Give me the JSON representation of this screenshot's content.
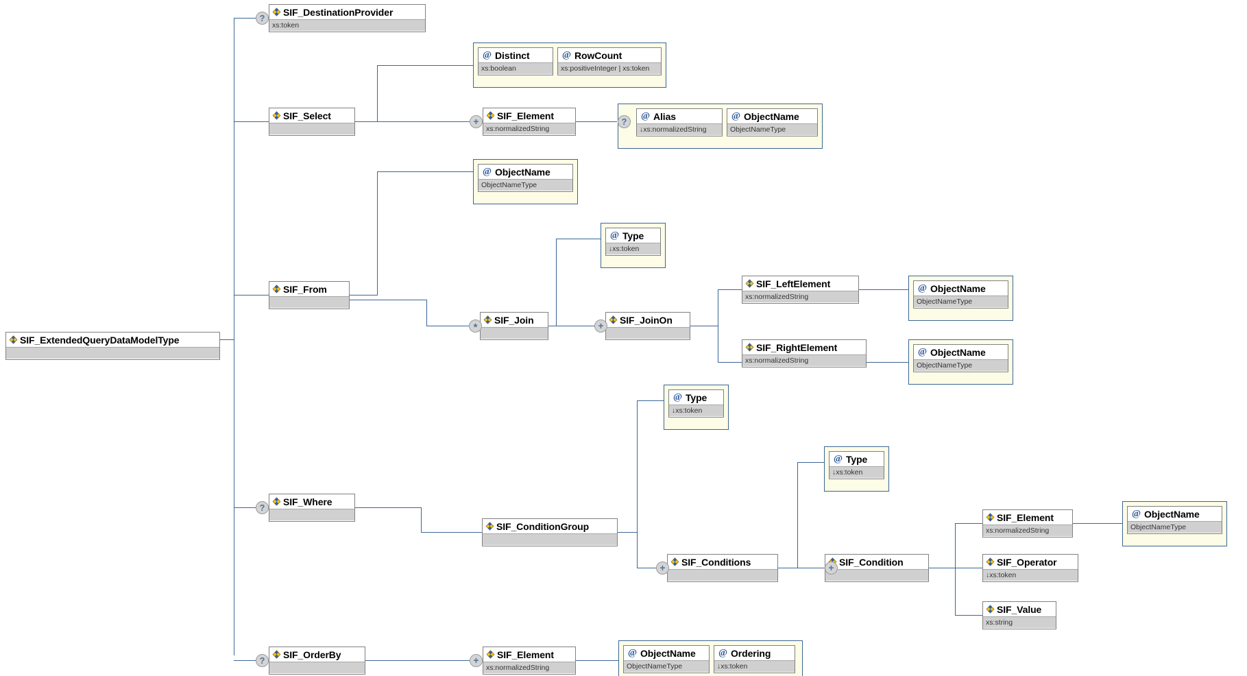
{
  "diagram": {
    "title": "SIF_ExtendedQueryDataModelType",
    "type": "xml-schema-tree",
    "colors": {
      "line": "#3a6695",
      "attr_group_bg": "#fdfce6",
      "attr_group_border": "#3a6695",
      "node_type_bg": "#d0d0d0",
      "node_border": "#808080",
      "marker_bg": "#d4d4d4"
    }
  },
  "root": {
    "label": "SIF_ExtendedQueryDataModelType",
    "type": "",
    "icon": "element-icon"
  },
  "nodes": {
    "destination_provider": {
      "label": "SIF_DestinationProvider",
      "type": "xs:token",
      "marker": "?",
      "icon": "element-icon"
    },
    "select": {
      "label": "SIF_Select",
      "type": "",
      "marker": "",
      "icon": "element-icon"
    },
    "select_element": {
      "label": "SIF_Element",
      "type": "xs:normalizedString",
      "marker": "+",
      "icon": "element-icon"
    },
    "from": {
      "label": "SIF_From",
      "type": "",
      "marker": "",
      "icon": "element-icon"
    },
    "join": {
      "label": "SIF_Join",
      "type": "",
      "marker": "*",
      "icon": "element-icon"
    },
    "join_on": {
      "label": "SIF_JoinOn",
      "type": "",
      "marker": "+",
      "icon": "element-icon"
    },
    "left_element": {
      "label": "SIF_LeftElement",
      "type": "xs:normalizedString",
      "marker": "",
      "icon": "element-icon"
    },
    "right_element": {
      "label": "SIF_RightElement",
      "type": "xs:normalizedString",
      "marker": "",
      "icon": "element-icon"
    },
    "where": {
      "label": "SIF_Where",
      "type": "",
      "marker": "?",
      "icon": "element-icon"
    },
    "condition_group": {
      "label": "SIF_ConditionGroup",
      "type": "",
      "marker": "",
      "icon": "element-icon"
    },
    "conditions": {
      "label": "SIF_Conditions",
      "type": "",
      "marker": "+",
      "icon": "element-icon"
    },
    "condition": {
      "label": "SIF_Condition",
      "type": "",
      "marker": "+",
      "icon": "element-icon"
    },
    "cond_element": {
      "label": "SIF_Element",
      "type": "xs:normalizedString",
      "marker": "",
      "icon": "element-icon"
    },
    "operator": {
      "label": "SIF_Operator",
      "type": "↓xs:token",
      "marker": "",
      "icon": "element-icon"
    },
    "value": {
      "label": "SIF_Value",
      "type": "xs:string",
      "marker": "",
      "icon": "element-icon"
    },
    "order_by": {
      "label": "SIF_OrderBy",
      "type": "",
      "marker": "?",
      "icon": "element-icon"
    },
    "order_element": {
      "label": "SIF_Element",
      "type": "xs:normalizedString",
      "marker": "+",
      "icon": "element-icon"
    }
  },
  "attributes": {
    "distinct": {
      "label": "Distinct",
      "type": "xs:boolean",
      "icon": "at-sign-icon"
    },
    "rowcount": {
      "label": "RowCount",
      "type": "xs:positiveInteger | xs:token",
      "icon": "at-sign-icon"
    },
    "alias": {
      "label": "Alias",
      "type": "↓xs:normalizedString",
      "icon": "at-sign-icon"
    },
    "alias_objname": {
      "label": "ObjectName",
      "type": "ObjectNameType",
      "icon": "at-sign-icon"
    },
    "from_objname": {
      "label": "ObjectName",
      "type": "ObjectNameType",
      "icon": "at-sign-icon"
    },
    "join_type": {
      "label": "Type",
      "type": "↓xs:token",
      "icon": "at-sign-icon"
    },
    "left_objname": {
      "label": "ObjectName",
      "type": "ObjectNameType",
      "icon": "at-sign-icon"
    },
    "right_objname": {
      "label": "ObjectName",
      "type": "ObjectNameType",
      "icon": "at-sign-icon"
    },
    "cg_type": {
      "label": "Type",
      "type": "↓xs:token",
      "icon": "at-sign-icon"
    },
    "conds_type": {
      "label": "Type",
      "type": "↓xs:token",
      "icon": "at-sign-icon"
    },
    "cond_objname": {
      "label": "ObjectName",
      "type": "ObjectNameType",
      "icon": "at-sign-icon"
    },
    "order_objname": {
      "label": "ObjectName",
      "type": "ObjectNameType",
      "icon": "at-sign-icon"
    },
    "ordering": {
      "label": "Ordering",
      "type": "↓xs:token",
      "icon": "at-sign-icon"
    }
  },
  "markers": {
    "optional": "?",
    "repeat_zero_many": "*",
    "repeat_one_many": "+"
  }
}
